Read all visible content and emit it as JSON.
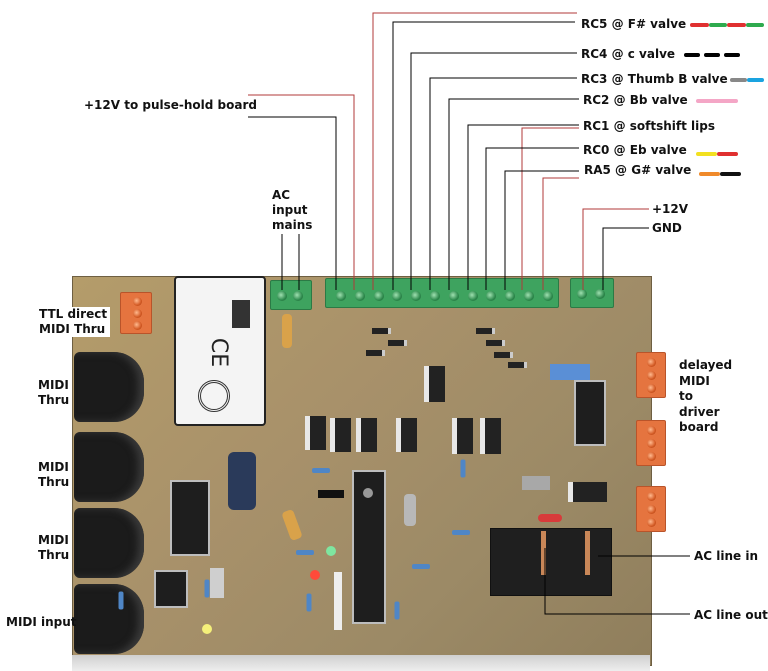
{
  "figure": {
    "subject": "MIDI controller circuit board with annotated connectors"
  },
  "top_labels": [
    {
      "id": "rc5",
      "text": "RC5 @ F# valve",
      "wire_colors": [
        "#e03030",
        "#2eaa4e",
        "#e03030",
        "#2eaa4e"
      ],
      "wire_style": "segmented"
    },
    {
      "id": "rc4",
      "text": "RC4 @ c valve",
      "wire_colors": [
        "#000000",
        "#000000",
        "#000000"
      ],
      "wire_style": "dashed"
    },
    {
      "id": "rc3",
      "text": "RC3 @ Thumb B valve",
      "wire_colors": [
        "#888888",
        "#1aa3e0"
      ],
      "wire_style": "segmented"
    },
    {
      "id": "rc2",
      "text": "RC2 @ Bb valve",
      "wire_colors": [
        "#f4a6c6"
      ],
      "wire_style": "solid"
    },
    {
      "id": "rc1",
      "text": "RC1 @ softshift lips",
      "wire_colors": [],
      "wire_style": "none"
    },
    {
      "id": "rc0",
      "text": "RC0 @ Eb valve",
      "wire_colors": [
        "#f2e020",
        "#e03030"
      ],
      "wire_style": "segmented"
    },
    {
      "id": "ra5",
      "text": "RA5 @ G# valve",
      "wire_colors": [
        "#f08a2a",
        "#111111"
      ],
      "wire_style": "segmented"
    },
    {
      "id": "v12",
      "text": "+12V",
      "wire_colors": [],
      "wire_style": "none"
    },
    {
      "id": "gnd",
      "text": "GND",
      "wire_colors": [],
      "wire_style": "none"
    }
  ],
  "left_labels": {
    "pulse_hold": "+12V to pulse-hold board",
    "ac_input": [
      "AC",
      "input",
      "mains"
    ],
    "ttl_thru": [
      "TTL direct",
      "MIDI Thru"
    ],
    "midi_thru_1": [
      "MIDI",
      "Thru"
    ],
    "midi_thru_2": [
      "MIDI",
      "Thru"
    ],
    "midi_thru_3": [
      "MIDI",
      "Thru"
    ],
    "midi_input": "MIDI input"
  },
  "right_labels": {
    "delayed_midi": [
      "delayed",
      "MIDI",
      "to",
      "driver",
      "board"
    ],
    "ac_line_in": "AC line in",
    "ac_line_out": "AC line out"
  },
  "colors": {
    "leader_black": "#000000",
    "leader_red": "#b03a3a",
    "board": "#a8916a",
    "terminal_green": "#3ea35f",
    "terminal_orange": "#e5743f"
  }
}
